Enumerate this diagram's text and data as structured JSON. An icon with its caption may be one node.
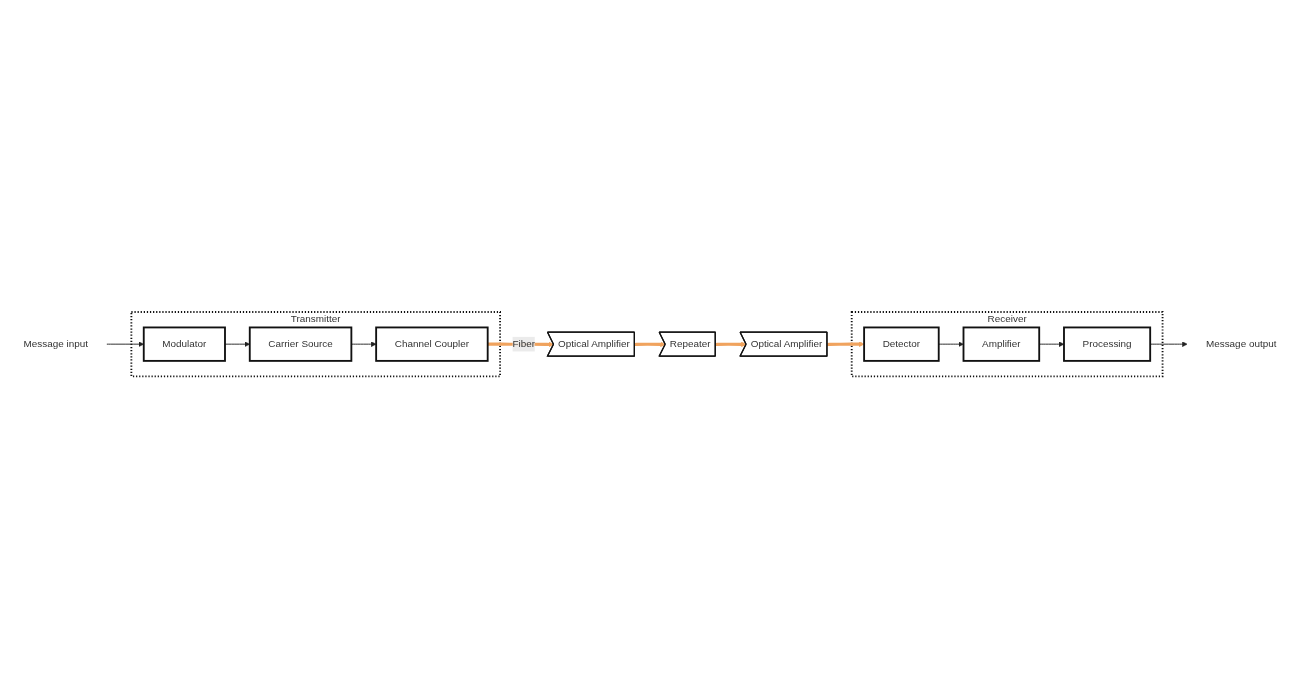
{
  "diagram": {
    "nodes": [
      {
        "text": [
          "Message input"
        ]
      },
      {
        "text": [
          "Transmitter"
        ]
      },
      {
        "text": [
          "Modulator"
        ],
        "in": 1
      },
      {
        "text": [
          "Carrier Source"
        ],
        "in": 1
      },
      {
        "text": [
          "Channel Coupler"
        ],
        "in": 1
      },
      {
        "text": [
          "Optical Amplifier"
        ]
      },
      {
        "text": [
          "Repeater"
        ]
      },
      {
        "text": [
          "Optical Amplifier"
        ]
      },
      {
        "text": [
          "Receiver"
        ]
      },
      {
        "text": [
          "Detector"
        ],
        "in": 8
      },
      {
        "text": [
          "Amplifier"
        ],
        "in": 8
      },
      {
        "text": [
          "Processing"
        ],
        "in": 8
      },
      {
        "text": [
          "Message output"
        ]
      }
    ],
    "edges": [
      {
        "from": 0,
        "to": 2,
        "arrow": "to"
      },
      {
        "from": 2,
        "to": 3,
        "arrow": "to"
      },
      {
        "from": 3,
        "to": 4,
        "arrow": "to"
      },
      {
        "from": 4,
        "to": 5,
        "arrow": "to",
        "label": "Fiber",
        "style": "thick",
        "color": "#f0a35e"
      },
      {
        "from": 5,
        "to": 6,
        "arrow": "to",
        "style": "thick",
        "color": "#f0a35e"
      },
      {
        "from": 6,
        "to": 7,
        "arrow": "to",
        "style": "thick",
        "color": "#f0a35e"
      },
      {
        "from": 7,
        "to": 9,
        "arrow": "to",
        "style": "thick",
        "color": "#f0a35e"
      },
      {
        "from": 9,
        "to": 10,
        "arrow": "to"
      },
      {
        "from": 10,
        "to": 11,
        "arrow": "to"
      },
      {
        "from": 11,
        "to": 12,
        "arrow": "to"
      }
    ]
  }
}
